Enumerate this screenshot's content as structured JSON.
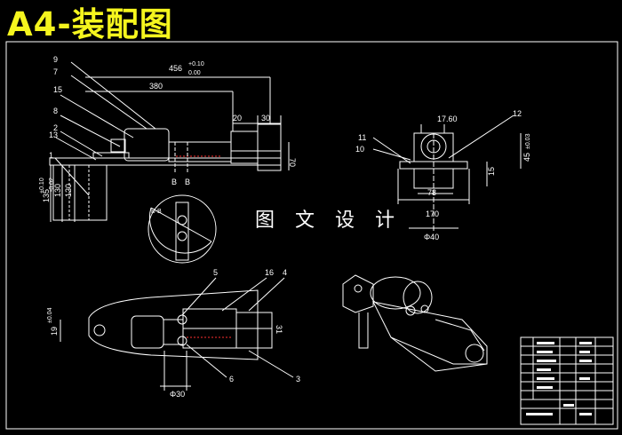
{
  "title": "A4-装配图",
  "watermark": "图 文 设 计",
  "colors": {
    "background": "#000000",
    "title": "#f5f51e",
    "lines": "#ffffff",
    "accent": "#ff3030"
  },
  "front_view": {
    "dims": {
      "overall": "456",
      "tol_up": "+0.10",
      "tol_dn": "0.00",
      "len380": "380",
      "d20": "20",
      "d30": "30",
      "d70": "70",
      "d120": "120",
      "d130": "130",
      "d135": "135",
      "tol2_up": "+0.10",
      "tol2_dn": "-0.02"
    },
    "balloons": [
      "9",
      "7",
      "15",
      "8",
      "2",
      "13",
      "1"
    ],
    "section_marks": [
      "B",
      "B"
    ]
  },
  "side_view": {
    "dims": {
      "d17": "17.60",
      "d78": "78",
      "d170": "170",
      "d40": "Φ40",
      "d15": "15",
      "d45": "45",
      "d45tol": "±0.03"
    },
    "balloons": [
      "11",
      "10",
      "12"
    ]
  },
  "section_view": {
    "label": "B-B"
  },
  "top_view": {
    "dims": {
      "d30": "Φ30",
      "d19": "19",
      "tol": "±0.04",
      "d31": "31"
    },
    "balloons": [
      "5",
      "16",
      "4",
      "6",
      "3"
    ]
  }
}
